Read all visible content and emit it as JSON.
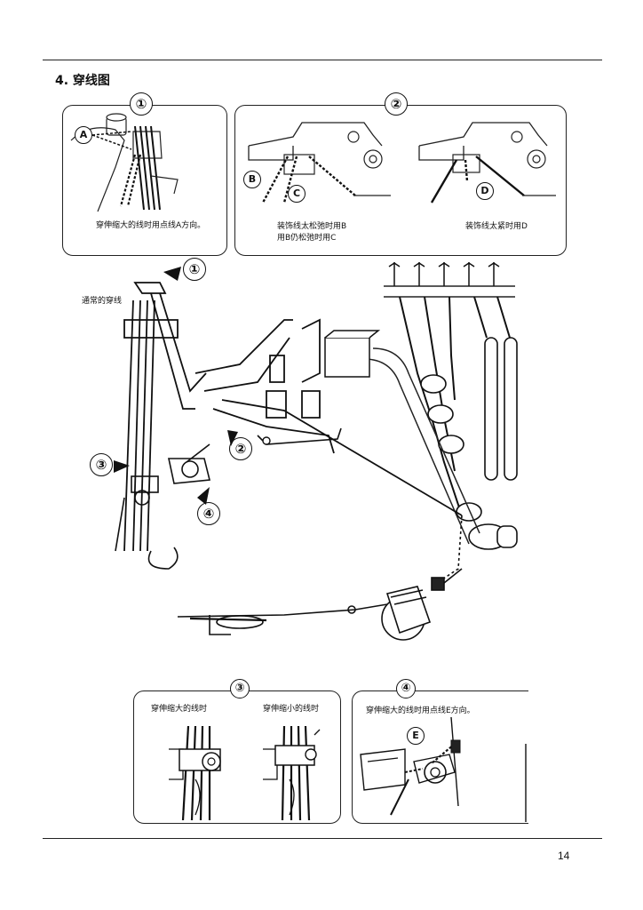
{
  "section": {
    "title": "4. 穿线图"
  },
  "top_panels": {
    "panel1": {
      "number": "①",
      "label_a": "A",
      "caption": "穿伸缩大的线时用点线A方向。"
    },
    "panel2": {
      "number": "②",
      "label_b": "B",
      "label_c": "C",
      "label_d": "D",
      "caption_left_line1": "装饰线太松弛时用B",
      "caption_left_line2": "用B仍松弛时用C",
      "caption_right": "装饰线太紧时用D"
    }
  },
  "main_diagram": {
    "normal_threading_label": "通常的穿线",
    "markers": [
      "①",
      "②",
      "③",
      "④"
    ]
  },
  "bottom_panels": {
    "panel3": {
      "number": "③",
      "caption_left": "穿伸缩大的线时",
      "caption_right": "穿伸缩小的线时"
    },
    "panel4": {
      "number": "④",
      "label_e": "E",
      "caption": "穿伸缩大的线时用点线E方向。"
    }
  },
  "footer": {
    "page_number": "14"
  }
}
